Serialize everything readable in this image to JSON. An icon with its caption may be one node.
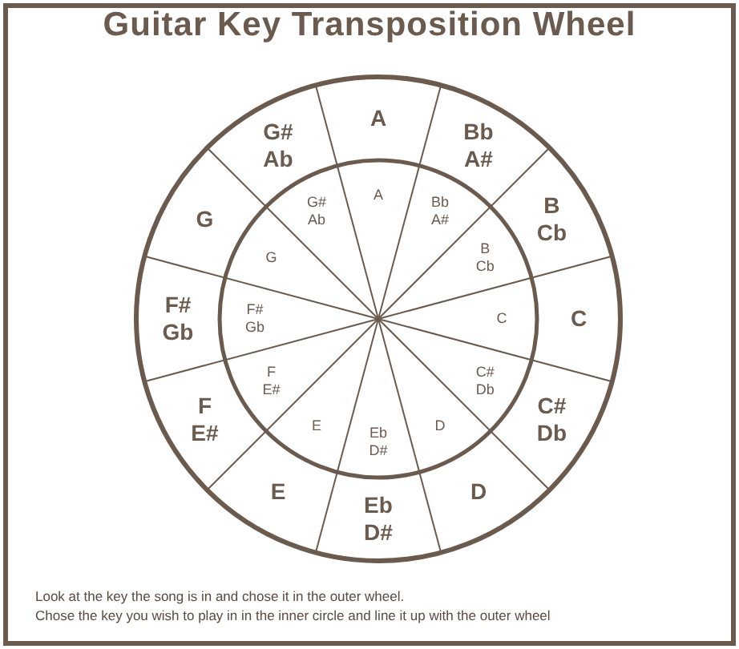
{
  "diagram": {
    "title": "Guitar Key Transposition Wheel",
    "labels": [
      "A",
      "Bb A#",
      "B Cb",
      "C",
      "C# Db",
      "D",
      "Eb D#",
      "E",
      "F E#",
      "F# Gb",
      "G",
      "G# Ab",
      "A",
      "Bb A#",
      "B Cb",
      "C",
      "C# Db",
      "D",
      "Eb D#",
      "E",
      "F E#",
      "F# Gb",
      "G",
      "G# Ab",
      "Look at the key the song is in and chose it in the outer wheel.",
      "Chose the key you wish to play in in the inner circle and line it up with the outer wheel"
    ]
  }
}
